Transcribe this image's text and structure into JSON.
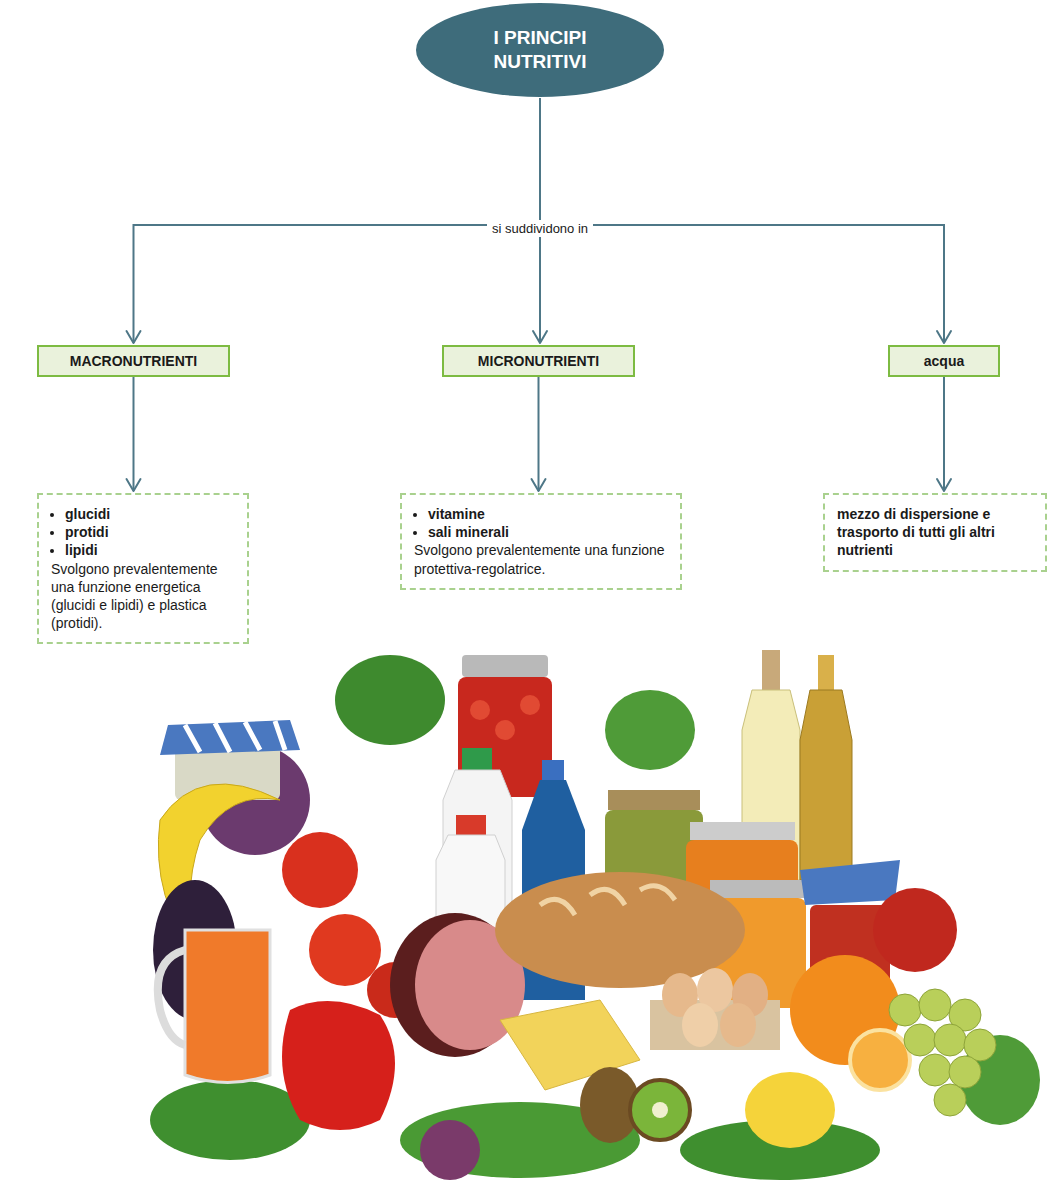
{
  "diagram": {
    "nodes": [
      {
        "text": [
          "I PRINCIPI NUTRITIVI"
        ]
      },
      {
        "text": [
          "MACRONUTRIENTI"
        ]
      },
      {
        "text": [
          "MICRONUTRIENTI"
        ]
      },
      {
        "text": [
          "acqua"
        ]
      },
      {
        "text": [
          "glucidi",
          "protidi",
          "lipidi",
          "Svolgono prevalentemente una funzione energetica (glucidi e lipidi) e plastica (protidi)."
        ]
      },
      {
        "text": [
          "vitamine",
          "sali minerali",
          "Svolgono prevalentemente una funzione protettiva-regolatrice."
        ]
      },
      {
        "text": [
          "mezzo di dispersione e trasporto di tutti gli altri nutrienti"
        ]
      }
    ],
    "edges": [
      {
        "from": 0,
        "to": 1,
        "arrow": "to"
      },
      {
        "from": 0,
        "to": 2,
        "arrow": "to",
        "label": "si suddividono in"
      },
      {
        "from": 0,
        "to": 3,
        "arrow": "to"
      },
      {
        "from": 1,
        "to": 4,
        "arrow": "to"
      },
      {
        "from": 2,
        "to": 5,
        "arrow": "to"
      },
      {
        "from": 3,
        "to": 6,
        "arrow": "to"
      }
    ]
  }
}
